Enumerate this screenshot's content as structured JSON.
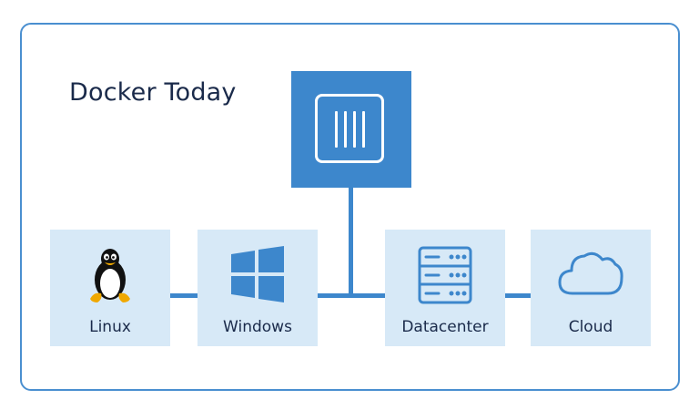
{
  "title": "Docker Today",
  "hub": {
    "icon": "docker-container-icon"
  },
  "nodes": [
    {
      "label": "Linux",
      "icon": "linux-penguin-icon"
    },
    {
      "label": "Windows",
      "icon": "windows-logo-icon"
    },
    {
      "label": "Datacenter",
      "icon": "server-rack-icon"
    },
    {
      "label": "Cloud",
      "icon": "cloud-icon"
    }
  ],
  "colors": {
    "accent": "#3d87cc",
    "card_background": "#d7e9f7",
    "frame_border": "#4a8fd0",
    "text": "#1a2a4a"
  }
}
